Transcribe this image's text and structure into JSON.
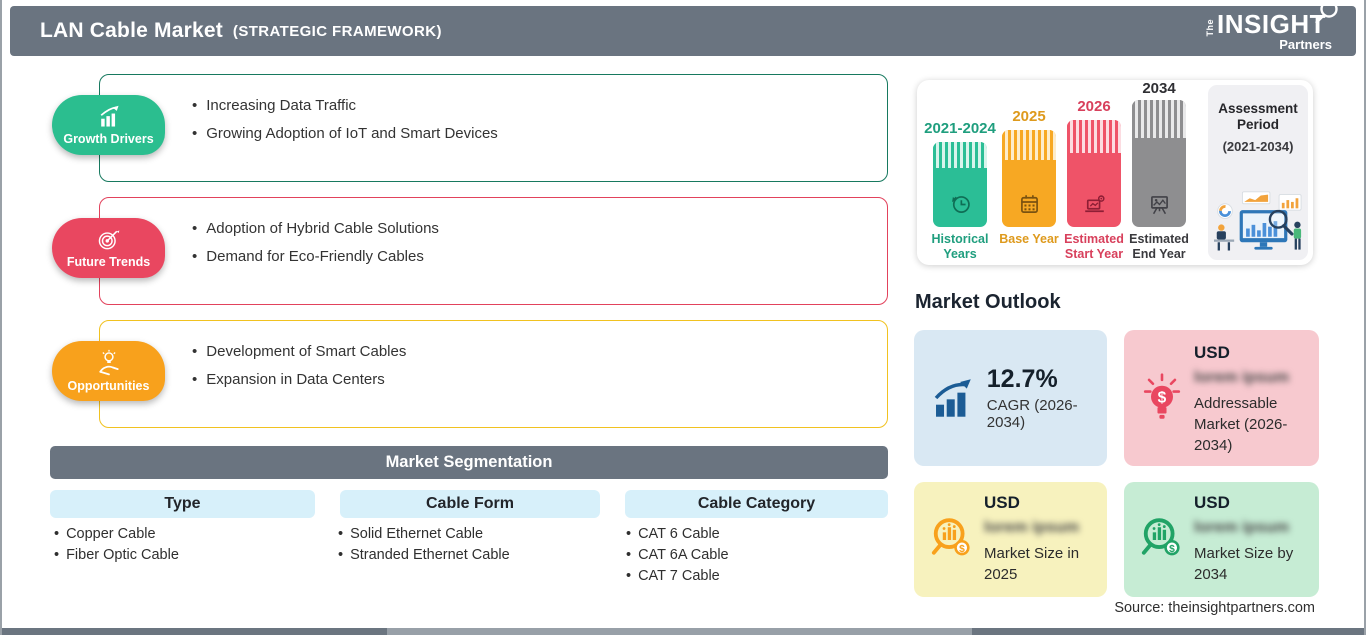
{
  "header": {
    "title": "LAN Cable Market",
    "subtitle": "(STRATEGIC FRAMEWORK)",
    "logo": {
      "the": "The",
      "insight": "INSIGHT",
      "partners": "Partners"
    }
  },
  "framework": {
    "sections": [
      {
        "label": "Growth Drivers",
        "icon": "bar-chart-growth-icon",
        "badge_color": "#2bbe8f",
        "border_color": "#17795f",
        "items": [
          "Increasing Data Traffic",
          "Growing Adoption of IoT and Smart Devices"
        ]
      },
      {
        "label": "Future Trends",
        "icon": "target-dart-icon",
        "badge_color": "#e94760",
        "border_color": "#e2425c",
        "items": [
          "Adoption of Hybrid Cable Solutions",
          "Demand for Eco-Friendly Cables"
        ]
      },
      {
        "label": "Opportunities",
        "icon": "hand-lightbulb-icon",
        "badge_color": "#f8a11c",
        "border_color": "#f1c220",
        "items": [
          "Development of Smart Cables",
          "Expansion in Data Centers"
        ]
      }
    ]
  },
  "segmentation": {
    "title": "Market Segmentation",
    "header_bg": "#6a7480",
    "column_bg": "#d7f0fa",
    "columns": [
      {
        "label": "Type",
        "items": [
          "Copper Cable",
          "Fiber Optic Cable"
        ]
      },
      {
        "label": "Cable Form",
        "items": [
          "Solid Ethernet Cable",
          "Stranded Ethernet Cable"
        ]
      },
      {
        "label": "Cable Category",
        "items": [
          "CAT 6 Cable",
          "CAT 6A Cable",
          "CAT 7 Cable"
        ]
      }
    ]
  },
  "timeline": {
    "type": "bar",
    "bars": [
      {
        "year": "2021-2024",
        "role": "Historical Years",
        "color": "#2bbe96",
        "label_color": "#1f9e7e",
        "icon": "history-clock-icon",
        "relative_height": 85
      },
      {
        "year": "2025",
        "role": "Base Year",
        "color": "#f7a823",
        "label_color": "#de9a1d",
        "icon": "calendar-icon",
        "relative_height": 97
      },
      {
        "year": "2026",
        "role": "Estimated Start Year",
        "color": "#ef5368",
        "label_color": "#d8405c",
        "icon": "laptop-analytics-icon",
        "relative_height": 107
      },
      {
        "year": "2034",
        "role": "Estimated End Year",
        "color": "#8e8e90",
        "label_color": "#3a3a3e",
        "icon": "presentation-board-icon",
        "relative_height": 127
      }
    ],
    "assessment": {
      "title": "Assessment Period",
      "range": "(2021-2034)",
      "illustration": "analytics-dashboard-people-illustration"
    }
  },
  "outlook": {
    "title": "Market Outlook",
    "cards": [
      {
        "value": "12.7%",
        "label": "CAGR (2026-2034)",
        "bg": "#d9e8f3",
        "icon": "growth-chart-icon",
        "icon_color": "#1c5c95"
      },
      {
        "currency": "USD",
        "value_blurred": "lorem ipsum",
        "label": "Addressable Market (2026-2034)",
        "bg": "#f7c9cf",
        "icon": "dollar-lightbulb-icon",
        "icon_color": "#e94760"
      },
      {
        "currency": "USD",
        "value_blurred": "lorem ipsum",
        "label": "Market Size in 2025",
        "bg": "#f7f2be",
        "icon": "magnifier-chart-coin-icon",
        "icon_color": "#f8a11c"
      },
      {
        "currency": "USD",
        "value_blurred": "lorem ipsum",
        "label": "Market Size by 2034",
        "bg": "#c6ecd4",
        "icon": "magnifier-chart-coin-icon",
        "icon_color": "#21a366"
      }
    ]
  },
  "source": {
    "label": "Source: theinsightpartners.com"
  }
}
